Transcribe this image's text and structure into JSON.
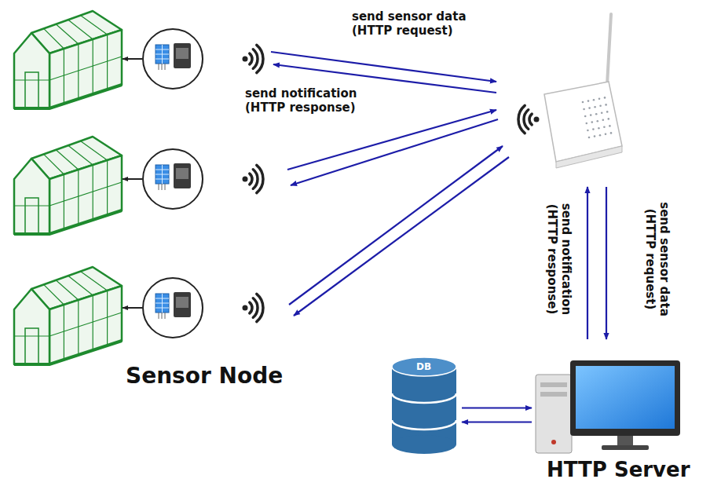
{
  "diagram": {
    "nodes": [
      {
        "text": [
          "DB"
        ]
      },
      {
        "text": [
          "HTTP Server"
        ]
      }
    ],
    "edges": [
      {
        "from": 0,
        "to": 1,
        "arrow": "to"
      },
      {
        "from": 1,
        "to": 0,
        "arrow": "to"
      }
    ],
    "labels": [
      "send sensor data (HTTP request)",
      "send notification (HTTP response)",
      "send notification (HTTP response)",
      "send sensor data (HTTP request)",
      "Sensor Node"
    ]
  }
}
